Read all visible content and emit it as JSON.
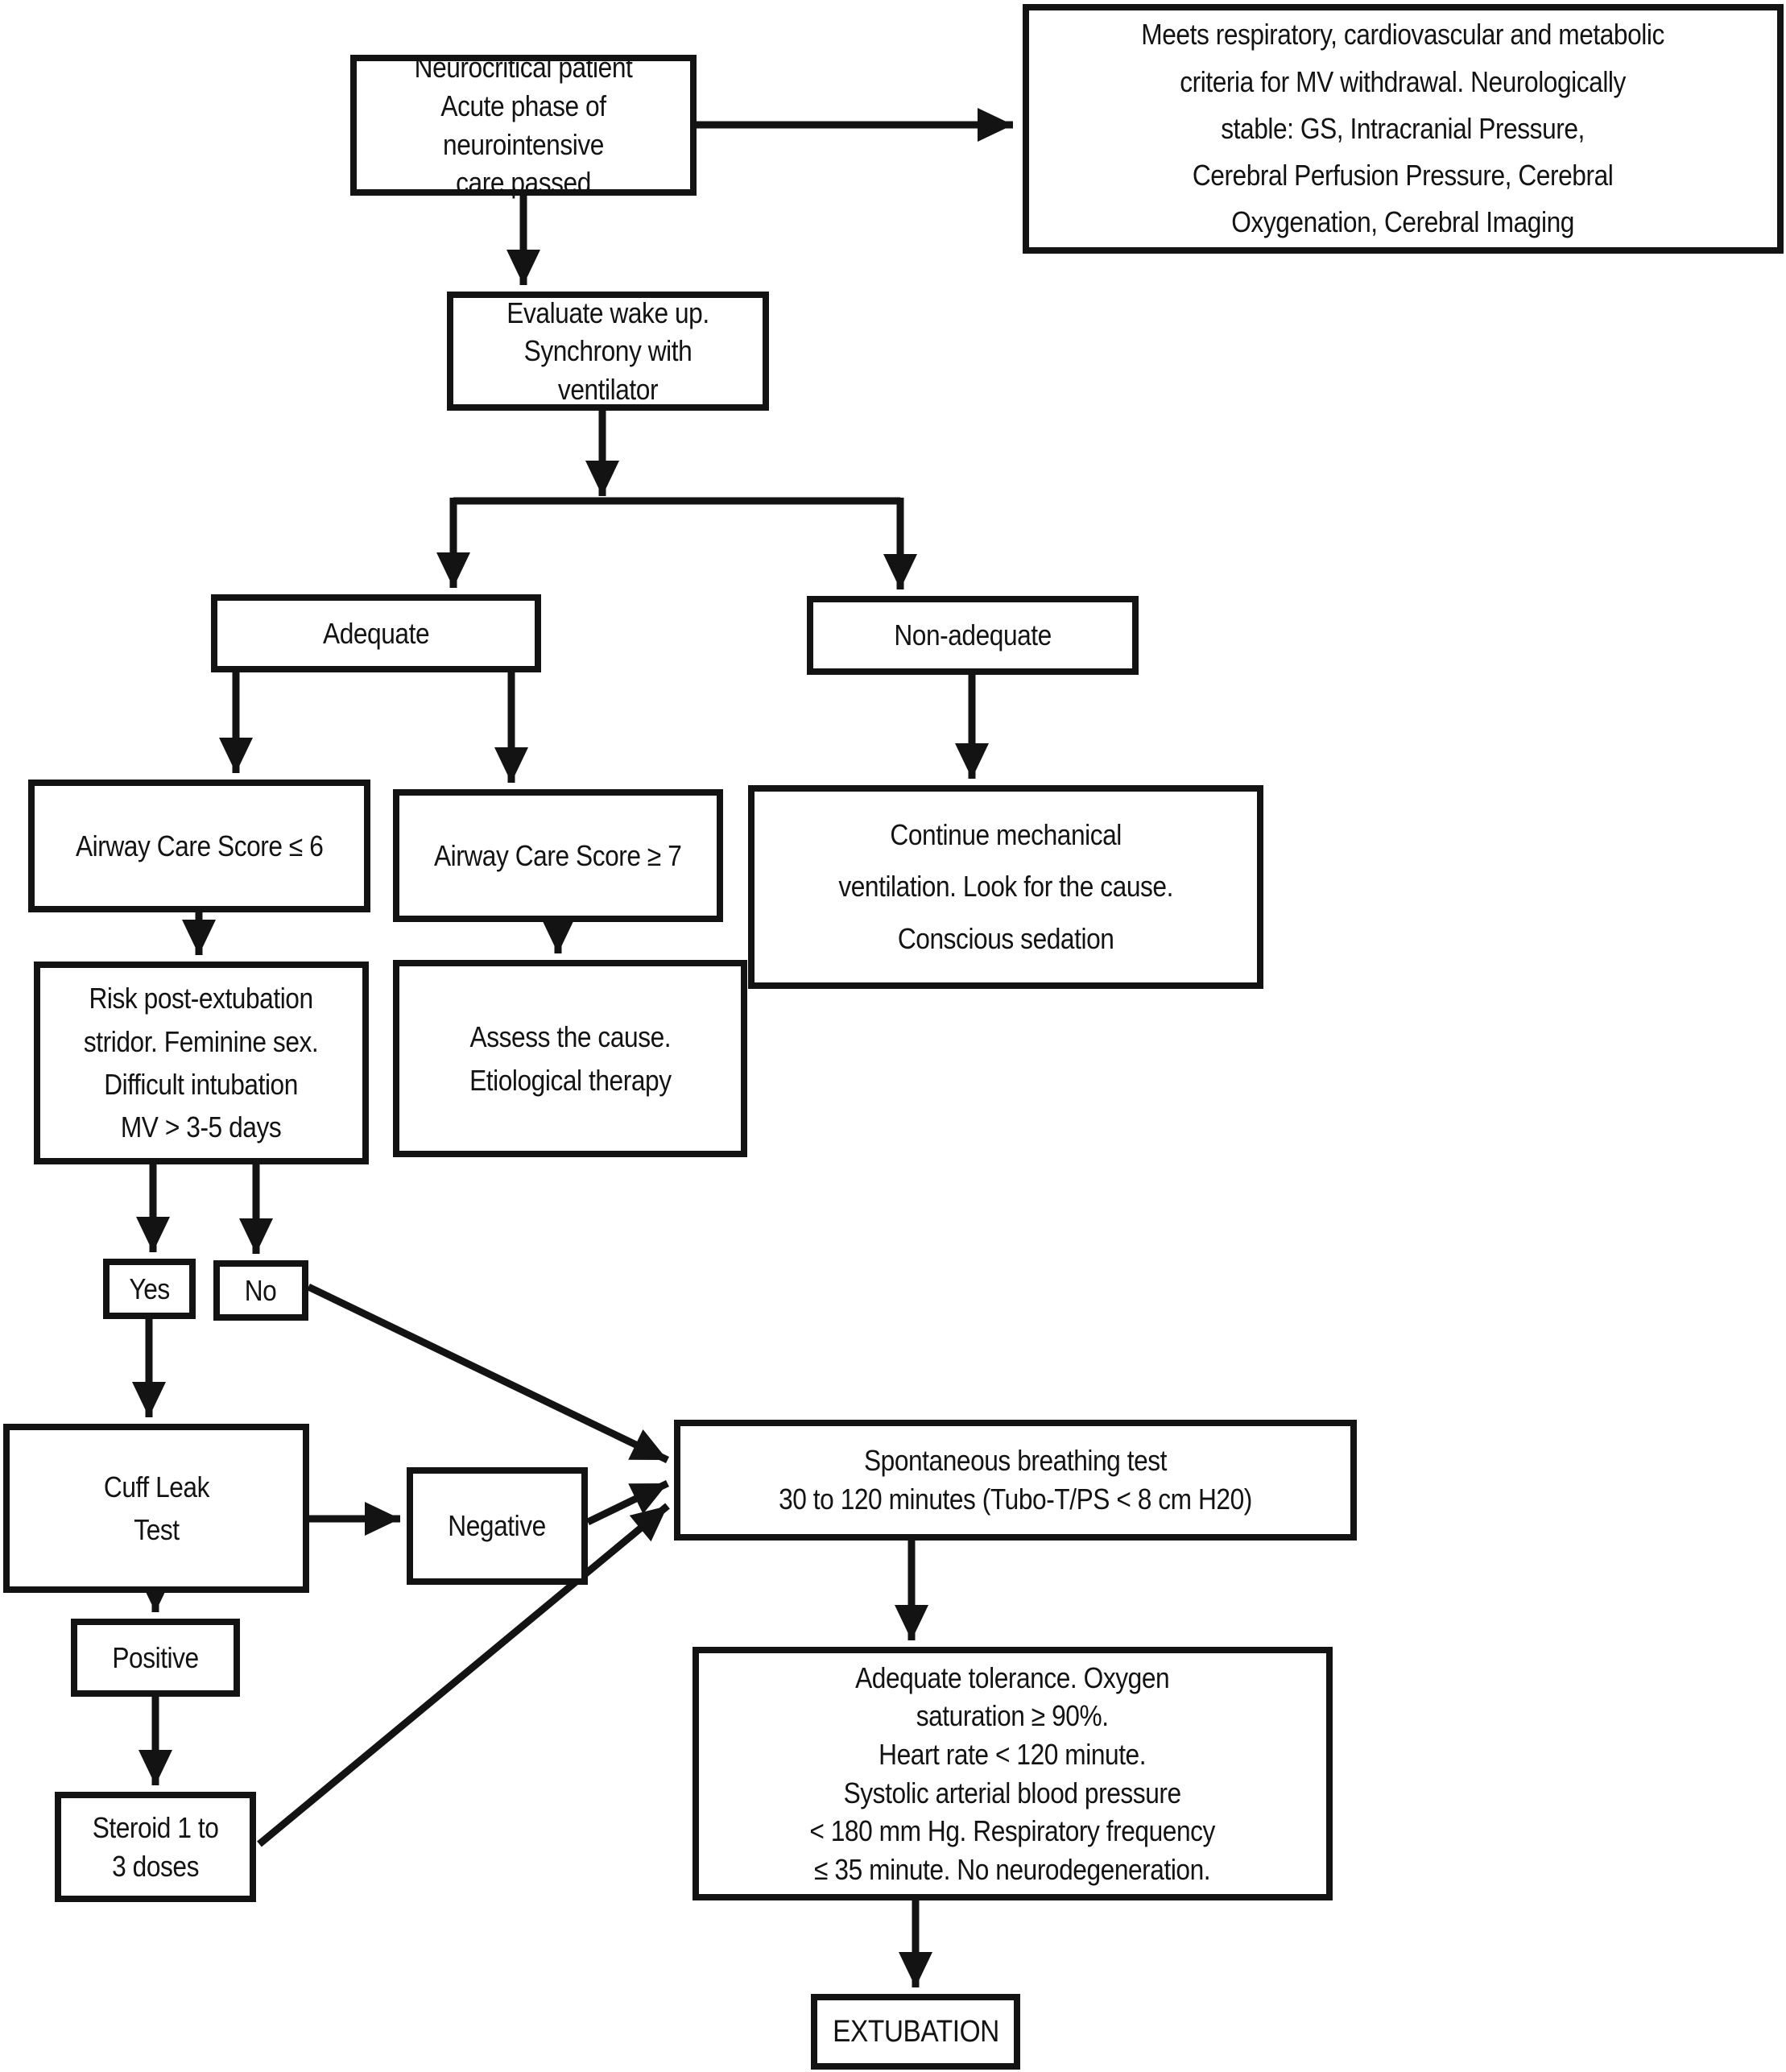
{
  "diagram": {
    "type": "flowchart",
    "topic": "Extubation decision pathway for neurocritical patients",
    "ink_color": "#131313",
    "background_color": "#ffffff"
  },
  "nodes": {
    "neurocritical": {
      "label": "Neurocritical patient\nAcute phase of neurointensive\ncare passed"
    },
    "criteria": {
      "label": "Meets respiratory, cardiovascular and metabolic\ncriteria for MV withdrawal.  Neurologically\nstable: GS, Intracranial Pressure,\nCerebral Perfusion Pressure, Cerebral\nOxygenation, Cerebral Imaging"
    },
    "evaluate": {
      "label": "Evaluate wake up.\nSynchrony with ventilator"
    },
    "adequate": {
      "label": "Adequate"
    },
    "nonadequate": {
      "label": "Non-adequate"
    },
    "acs_le6": {
      "label": "Airway Care Score ≤ 6"
    },
    "acs_ge7": {
      "label": "Airway Care Score ≥ 7"
    },
    "continue_mv": {
      "label": "Continue mechanical\nventilation. Look for the cause.\nConscious sedation"
    },
    "risk": {
      "label": "Risk post-extubation\nstridor.  Feminine sex.\nDifficult intubation\nMV > 3-5 days"
    },
    "assess": {
      "label": "Assess the cause.\nEtiological therapy"
    },
    "yes": {
      "label": "Yes"
    },
    "no": {
      "label": "No"
    },
    "cuff": {
      "label": "Cuff Leak\nTest"
    },
    "negative": {
      "label": "Negative"
    },
    "sbt": {
      "label": "Spontaneous breathing test\n30 to 120 minutes (Tubo-T/PS < 8 cm H20)"
    },
    "positive": {
      "label": "Positive"
    },
    "steroid": {
      "label": "Steroid 1 to\n3 doses"
    },
    "tolerance": {
      "label": "Adequate tolerance. Oxygen\nsaturation ≥ 90%.\nHeart rate < 120 minute.\nSystolic arterial blood pressure\n< 180 mm Hg. Respiratory frequency\n≤ 35 minute. No neurodegeneration."
    },
    "extubation": {
      "label": "EXTUBATION"
    }
  }
}
